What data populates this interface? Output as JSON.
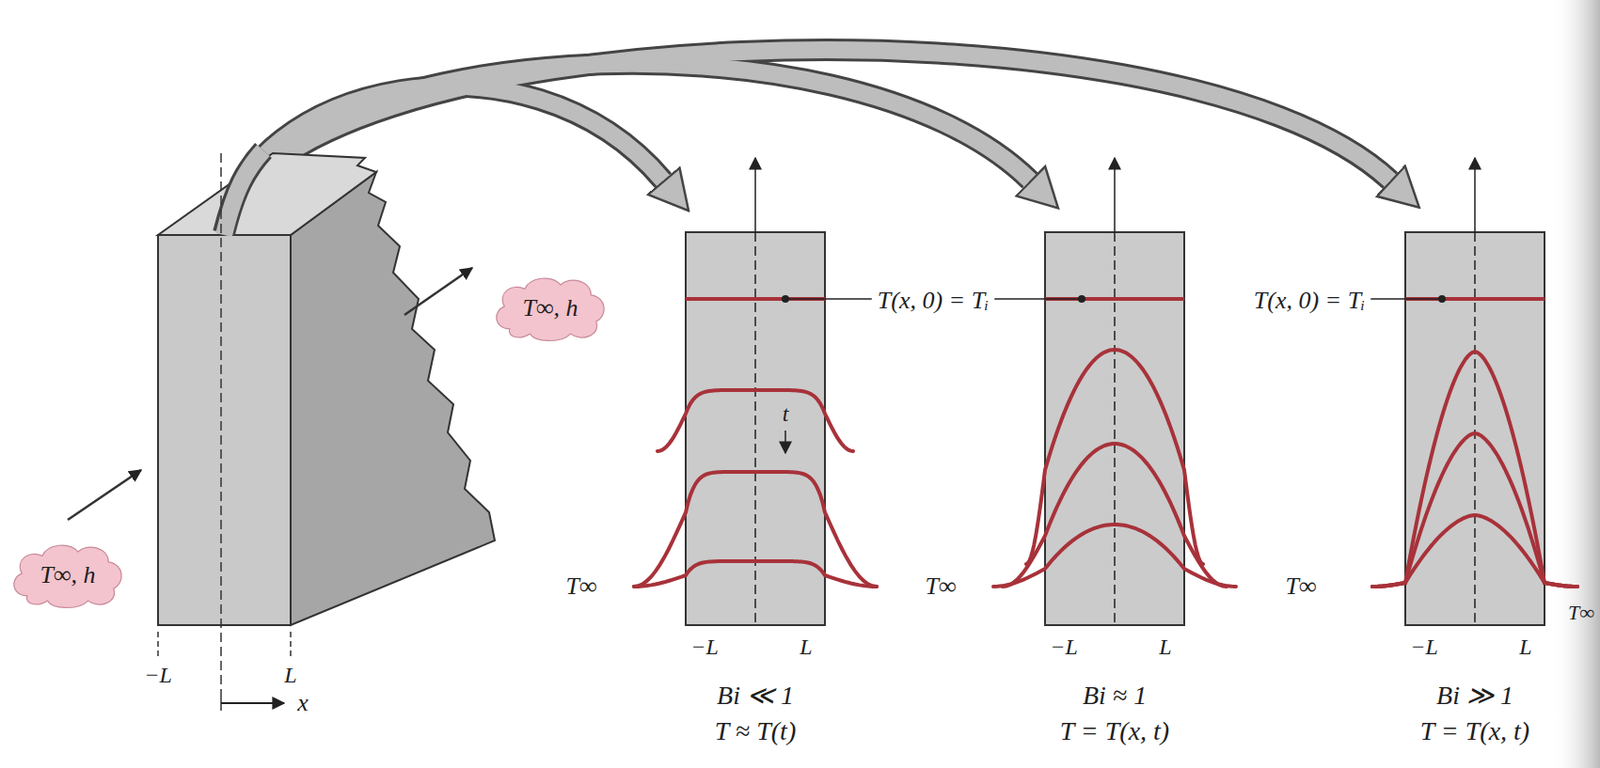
{
  "diagram": {
    "nodes": [
      {
        "text": [
          "T∞, h"
        ]
      },
      {
        "text": [
          "T∞, h"
        ]
      }
    ],
    "labels": [
      "T(x, 0) = Tᵢ",
      "T(x, 0) = Tᵢ",
      "t",
      "T∞",
      "T∞",
      "T∞",
      "T∞",
      "−L",
      "L",
      "−L",
      "L",
      "−L",
      "L",
      "−L",
      "L",
      "Bi ≪ 1",
      "T ≈ T(t)",
      "Bi ≈ 1",
      "T = T(x, t)",
      "Bi ≫ 1",
      "T = T(x, t)",
      "x"
    ]
  }
}
